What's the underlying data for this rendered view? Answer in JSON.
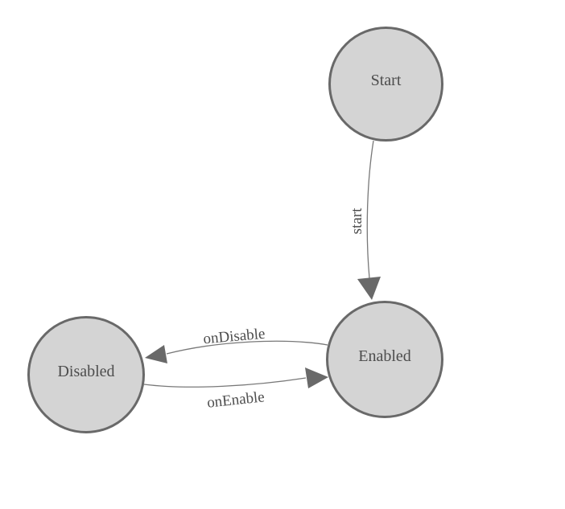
{
  "diagram": {
    "type": "state-machine",
    "nodes": [
      {
        "id": "start",
        "label": "Start"
      },
      {
        "id": "enabled",
        "label": "Enabled"
      },
      {
        "id": "disabled",
        "label": "Disabled"
      }
    ],
    "edges": [
      {
        "from": "start",
        "to": "enabled",
        "label": "start"
      },
      {
        "from": "enabled",
        "to": "disabled",
        "label": "onDisable"
      },
      {
        "from": "disabled",
        "to": "enabled",
        "label": "onEnable"
      }
    ],
    "colors": {
      "background": "#ffffff",
      "node_fill": "#d4d4d4",
      "node_border": "#696969",
      "edge_line": "#787878",
      "arrow_fill": "#696969",
      "label_text": "#4d4d4d"
    }
  }
}
